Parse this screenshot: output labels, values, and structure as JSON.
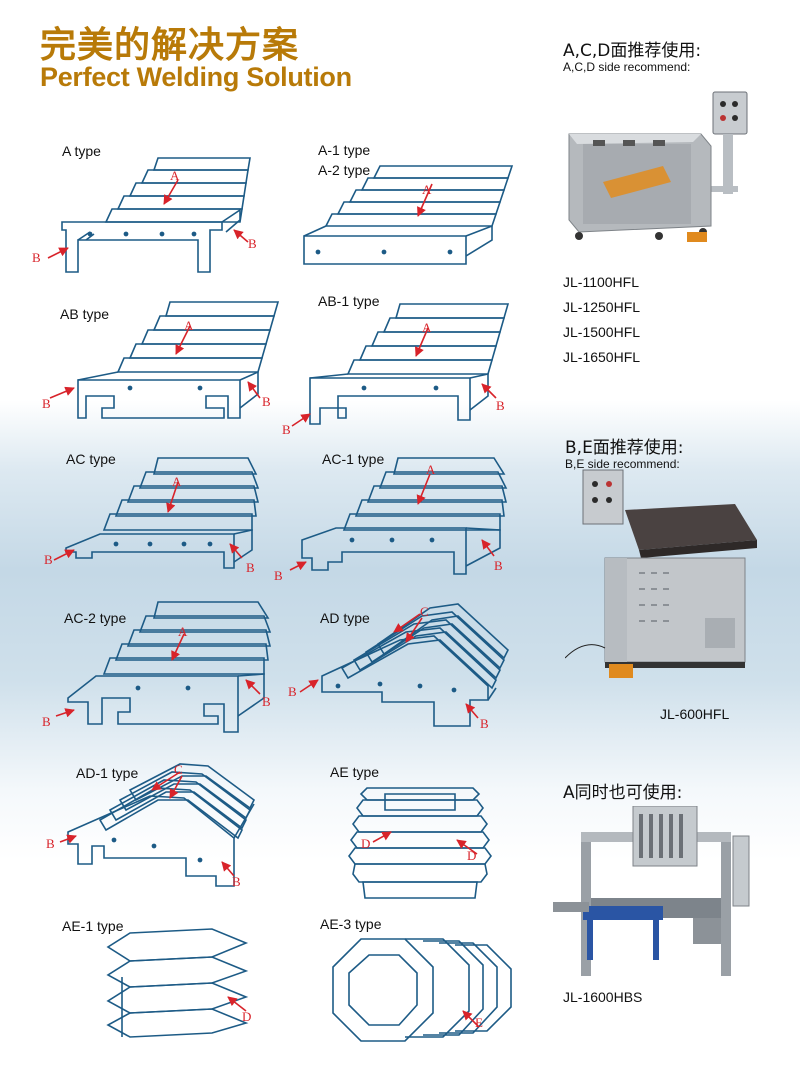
{
  "header": {
    "title_cn": "完美的解决方案",
    "title_en": "Perfect Welding Solution"
  },
  "types": [
    {
      "id": "a",
      "label": "A type"
    },
    {
      "id": "a1",
      "label": "A-1 type",
      "label2": "A-2 type"
    },
    {
      "id": "ab",
      "label": "AB type"
    },
    {
      "id": "ab1",
      "label": "AB-1 type"
    },
    {
      "id": "ac",
      "label": "AC type"
    },
    {
      "id": "ac1",
      "label": "AC-1 type"
    },
    {
      "id": "ac2",
      "label": "AC-2 type"
    },
    {
      "id": "ad",
      "label": "AD type"
    },
    {
      "id": "ad1",
      "label": "AD-1 type"
    },
    {
      "id": "ae",
      "label": "AE type"
    },
    {
      "id": "ae1",
      "label": "AE-1  type"
    },
    {
      "id": "ae3",
      "label": "AE-3 type"
    }
  ],
  "markers": {
    "A": "A",
    "B": "B",
    "C": "C",
    "D": "D"
  },
  "side_panel": {
    "acd_cn": "A,C,D面推荐使用:",
    "acd_en": "A,C,D side recommend:",
    "acd_models": [
      "JL-1100HFL",
      "JL-1250HFL",
      "JL-1500HFL",
      "JL-1650HFL"
    ],
    "be_cn": "B,E面推荐使用:",
    "be_en": "B,E side recommend:",
    "be_model": "JL-600HFL",
    "a_cn": "A同时也可使用:",
    "a_model": "JL-1600HBS"
  },
  "colors": {
    "line": "#1d5b86",
    "arrow": "#d8232a",
    "title": "#b87a08"
  }
}
